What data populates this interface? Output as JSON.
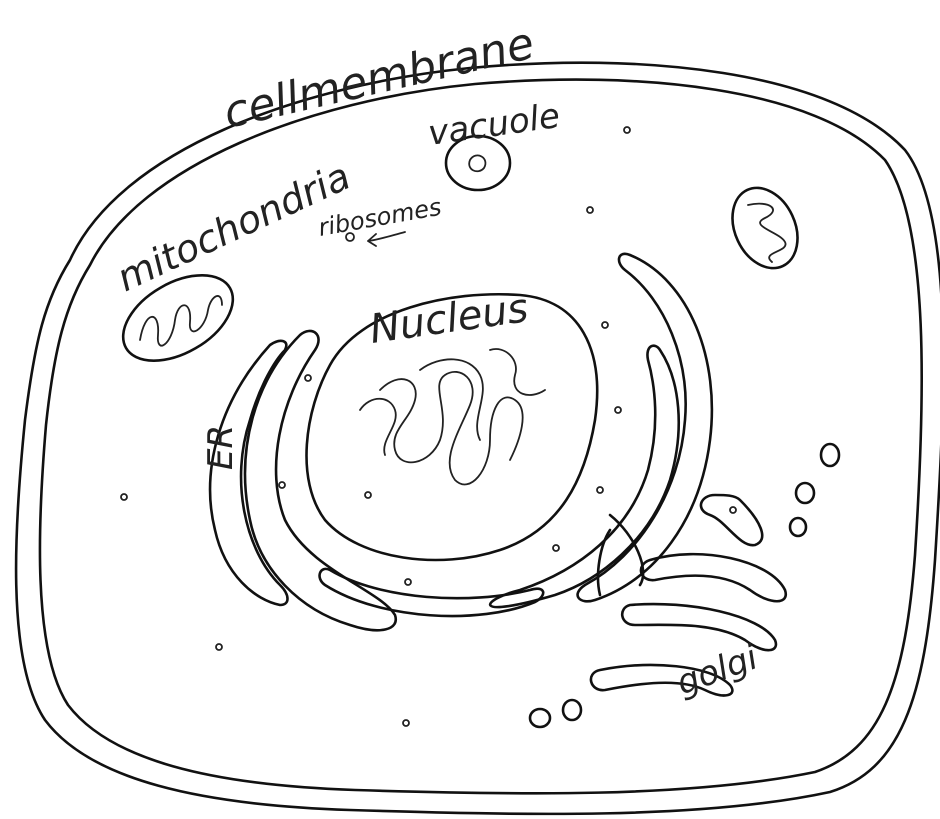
{
  "diagram": {
    "labels": {
      "cell_membrane": "cellmembrane",
      "vacuole": "vacuole",
      "mitochondria": "mitochondria",
      "ribosomes": "ribosomes",
      "nucleus": "Nucleus",
      "er": "ER",
      "golgi": "golgi"
    }
  }
}
